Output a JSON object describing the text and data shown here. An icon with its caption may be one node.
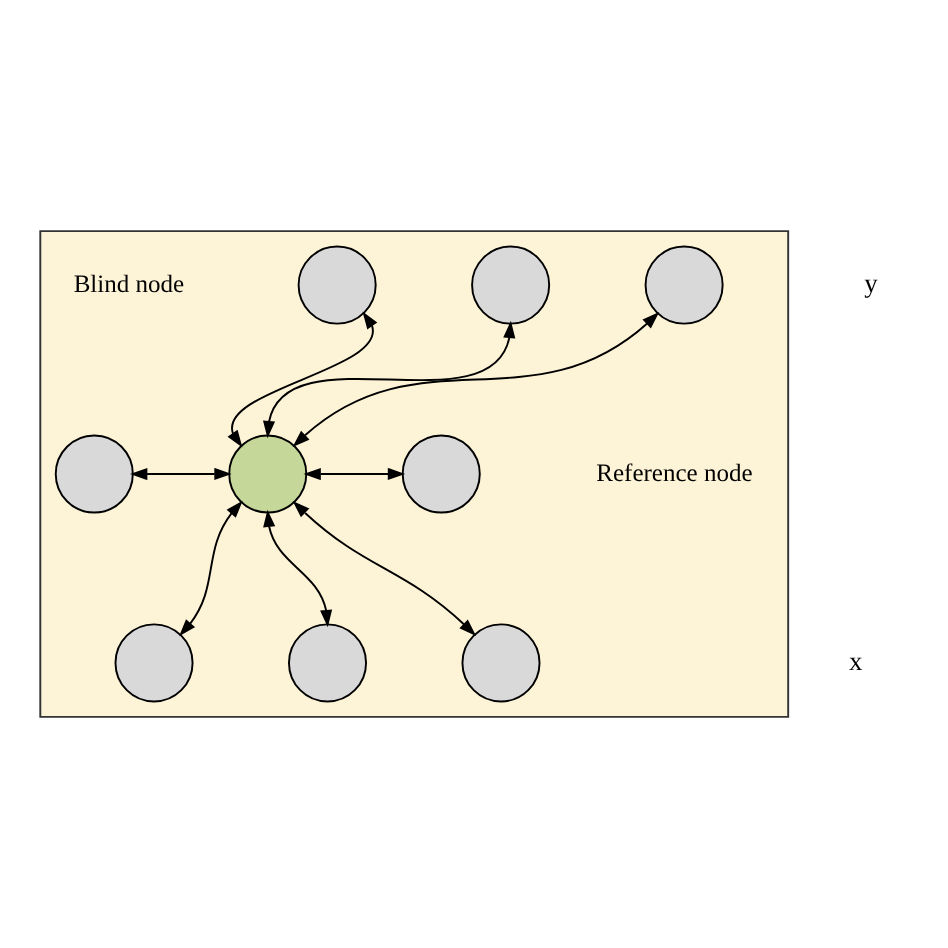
{
  "diagram": {
    "nodes": [
      {
        "text": [],
        "shape": "box"
      },
      {
        "text": [],
        "shape": "circle",
        "in": 0
      },
      {
        "text": [],
        "shape": "circle",
        "in": 0
      },
      {
        "text": [],
        "shape": "circle",
        "in": 0
      },
      {
        "text": [],
        "shape": "circle",
        "in": 0
      },
      {
        "text": [],
        "shape": "circle",
        "in": 0
      },
      {
        "text": [],
        "shape": "circle",
        "in": 0
      },
      {
        "text": [],
        "shape": "circle",
        "in": 0
      },
      {
        "text": [],
        "shape": "circle",
        "in": 0
      },
      {
        "text": [],
        "shape": "circle",
        "in": 0
      }
    ],
    "edges": [
      {
        "from": 2,
        "to": 1,
        "arrow": "both"
      },
      {
        "from": 3,
        "to": 1,
        "arrow": "both"
      },
      {
        "from": 4,
        "to": 1,
        "arrow": "both"
      },
      {
        "from": 1,
        "to": 5,
        "arrow": "both"
      },
      {
        "from": 6,
        "to": 1,
        "arrow": "both"
      },
      {
        "from": 1,
        "to": 7,
        "arrow": "both"
      },
      {
        "from": 1,
        "to": 8,
        "arrow": "both"
      },
      {
        "from": 1,
        "to": 9,
        "arrow": "both"
      }
    ],
    "labels": [
      "y",
      "Blind node",
      "Reference node",
      "x"
    ]
  }
}
